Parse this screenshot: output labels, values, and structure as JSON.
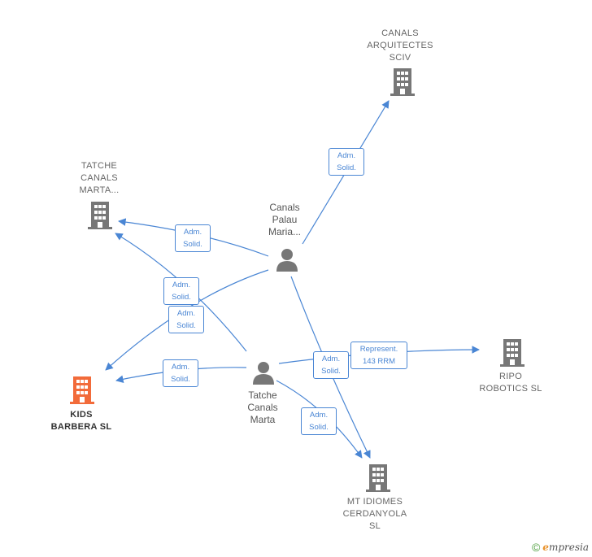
{
  "colors": {
    "edge": "#4a86d4",
    "company": "#777777",
    "focus_company": "#f26b3a",
    "person": "#777777"
  },
  "companies": {
    "canals_arquitectes": "CANALS\nARQUITECTES\nSCIV",
    "tatche_canals_marta": "TATCHE\nCANALS\nMARTA...",
    "kids_barbera": "KIDS\nBARBERA  SL",
    "ripo_robotics": "RIPO\nROBOTICS  SL",
    "mt_idiomes": "MT IDIOMES\nCERDANYOLA\nSL"
  },
  "persons": {
    "canals_palau": "Canals\nPalau\nMaria...",
    "tatche_canals": "Tatche\nCanals\nMarta"
  },
  "edges": {
    "e1": "Adm.\nSolid.",
    "e2": "Adm.\nSolid.",
    "e3": "Adm.\nSolid.",
    "e4": "Adm.\nSolid.",
    "e5": "Adm.\nSolid.",
    "e6": "Adm.\nSolid.",
    "e7": "Represent.\n143 RRM",
    "e8": "Adm.\nSolid."
  },
  "footer": {
    "copyright": "©",
    "brand_initial": "e",
    "brand_rest": "mpresia"
  },
  "icons": {
    "company": "building-icon",
    "person": "person-icon"
  }
}
